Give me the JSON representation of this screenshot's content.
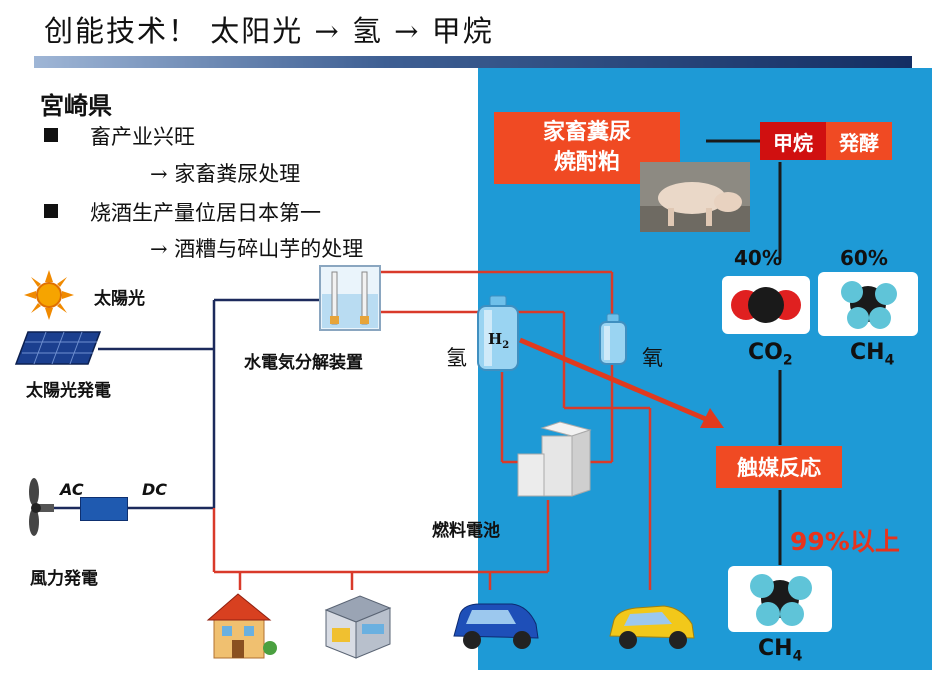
{
  "title": "创能技术！ 太阳光 → 氢 → 甲烷",
  "region": "宮崎県",
  "bullets": [
    {
      "text": "畜产业兴旺",
      "sub": "→ 家畜粪尿处理"
    },
    {
      "text": "烧酒生产量位居日本第一",
      "sub": "→ 酒糟与碎山芋的处理"
    }
  ],
  "labels": {
    "sun": "太陽光",
    "solar_power": "太陽光発電",
    "wind_power": "風力発電",
    "ac": "AC",
    "dc": "DC",
    "electrolyzer": "水電気分解装置",
    "hydrogen": "氢",
    "oxygen": "氧",
    "h2": "H",
    "h2_sub": "2",
    "fuel_cell": "燃料電池"
  },
  "biogas": {
    "source_line1": "家畜糞尿",
    "source_line2": "焼酎粕",
    "methane_word": "甲烷",
    "ferment_word": "発酵",
    "co2_pct": "40%",
    "ch4_pct": "60%",
    "co2_label": "CO",
    "co2_sub": "2",
    "ch4_label": "CH",
    "ch4_sub": "4",
    "catalyst": "触媒反応",
    "yield": "99%以上",
    "final_label": "CH",
    "final_sub": "4"
  },
  "colors": {
    "panel_blue": "#1e9ad6",
    "accent_red": "#f04a23",
    "wire_red": "#d93a2a",
    "wire_navy": "#1c2a5c",
    "yield_red": "#e8331c"
  }
}
